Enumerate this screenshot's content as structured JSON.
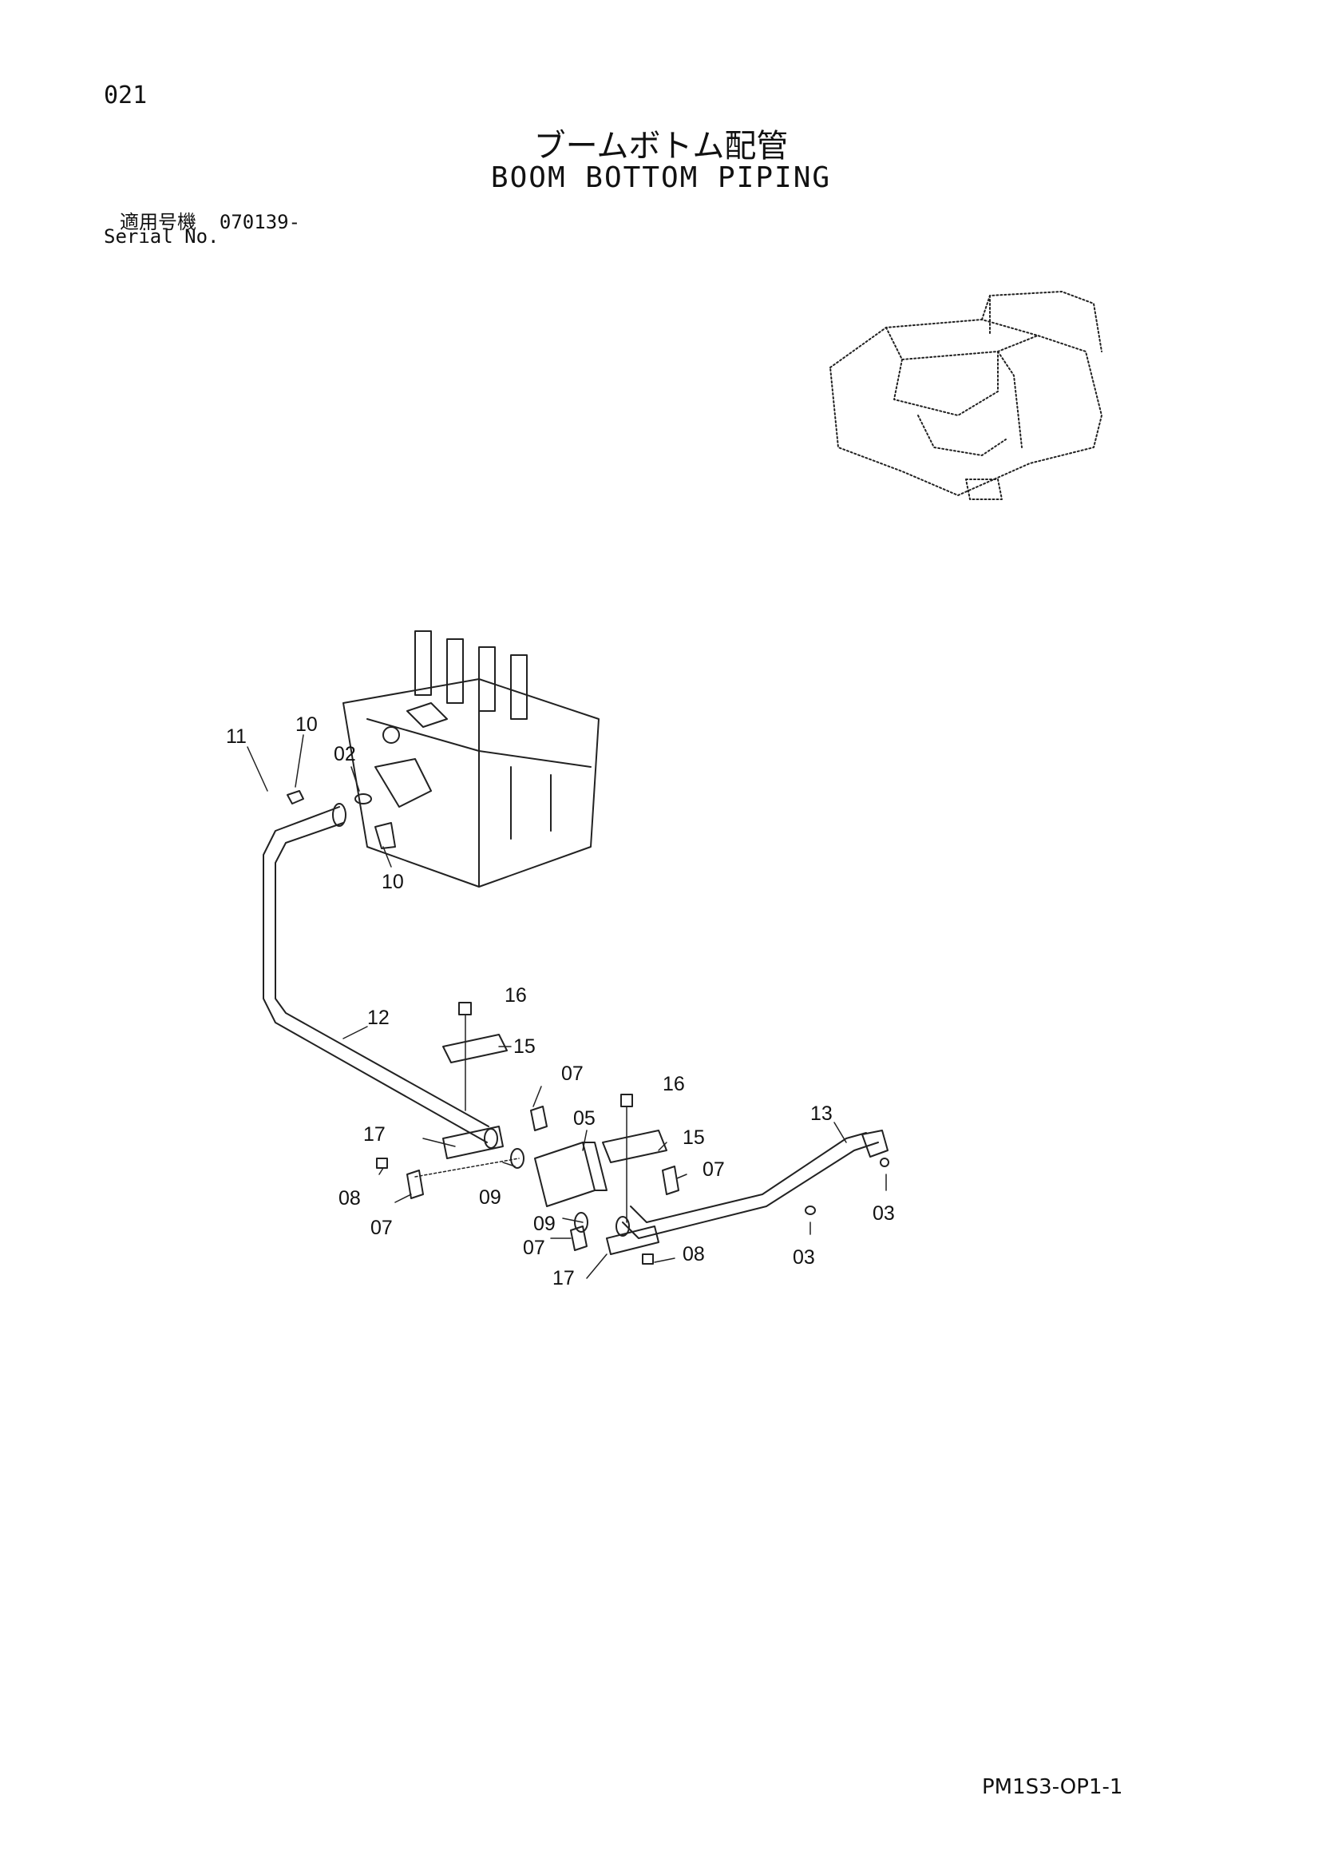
{
  "page": {
    "number": "021",
    "title_jp": "ブームボトム配管",
    "title_en": "BOOM BOTTOM PIPING",
    "serial_label_jp": "適用号機",
    "serial_value": "070139-",
    "serial_label_en": "Serial No.",
    "doc_code": "PM1S3-OP1-1"
  },
  "callouts": [
    {
      "id": "11",
      "label": "11"
    },
    {
      "id": "10a",
      "label": "10"
    },
    {
      "id": "02",
      "label": "02"
    },
    {
      "id": "10b",
      "label": "10"
    },
    {
      "id": "16a",
      "label": "16"
    },
    {
      "id": "12",
      "label": "12"
    },
    {
      "id": "15a",
      "label": "15"
    },
    {
      "id": "07a",
      "label": "07"
    },
    {
      "id": "16b",
      "label": "16"
    },
    {
      "id": "05",
      "label": "05"
    },
    {
      "id": "13",
      "label": "13"
    },
    {
      "id": "17a",
      "label": "17"
    },
    {
      "id": "15b",
      "label": "15"
    },
    {
      "id": "07b",
      "label": "07"
    },
    {
      "id": "03a",
      "label": "03"
    },
    {
      "id": "08a",
      "label": "08"
    },
    {
      "id": "09a",
      "label": "09"
    },
    {
      "id": "07c",
      "label": "07"
    },
    {
      "id": "09b",
      "label": "09"
    },
    {
      "id": "07d",
      "label": "07"
    },
    {
      "id": "08b",
      "label": "08"
    },
    {
      "id": "03b",
      "label": "03"
    },
    {
      "id": "17b",
      "label": "17"
    }
  ]
}
